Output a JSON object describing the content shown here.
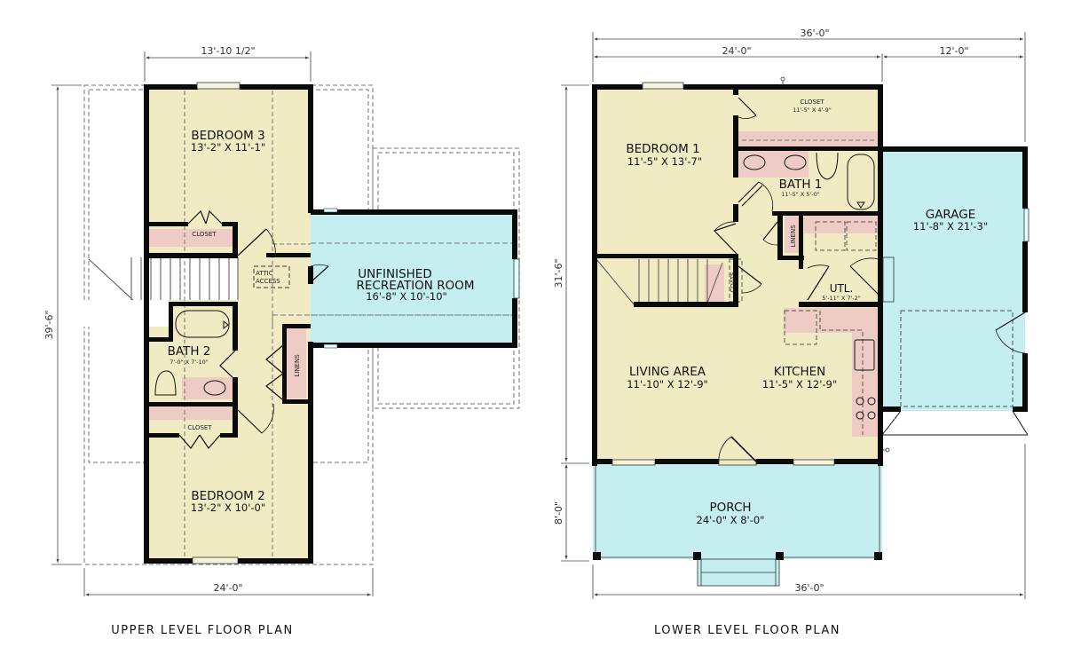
{
  "colors": {
    "finished": "#f1ebc3",
    "unfinished": "#c4eef0",
    "fixture": "#efcbc6",
    "wall": "#0a0a0a",
    "dim_line": "#444444"
  },
  "upper": {
    "title": "UPPER LEVEL FLOOR PLAN",
    "dim_top": "13'-10 1/2\"",
    "dim_bottom": "24'-0\"",
    "dim_left": "39'-6\"",
    "rooms": {
      "bedroom3": {
        "name": "BEDROOM 3",
        "size": "13'-2\" X 11'-1\""
      },
      "closet_top": {
        "name": "CLOSET"
      },
      "attic": {
        "line1": "ATTIC",
        "line2": "ACCESS"
      },
      "rec_room": {
        "line1": "UNFINISHED",
        "line2": "RECREATION ROOM",
        "size": "16'-8\" X 10'-10\""
      },
      "bath2": {
        "name": "BATH 2",
        "size": "7'-0\" X 7'-10\""
      },
      "linens": {
        "name": "LINENS"
      },
      "closet_bottom": {
        "name": "CLOSET"
      },
      "bedroom2": {
        "name": "BEDROOM 2",
        "size": "13'-2\" X 10'-0\""
      }
    }
  },
  "lower": {
    "title": "LOWER LEVEL FLOOR PLAN",
    "dim_top_total": "36'-0\"",
    "dim_top_left": "24'-0\"",
    "dim_top_right": "12'-0\"",
    "dim_bottom": "36'-0\"",
    "dim_left_main": "31'-6\"",
    "dim_left_porch": "8'-0\"",
    "rooms": {
      "bedroom1": {
        "name": "BEDROOM 1",
        "size": "11'-5\" X 13'-7\""
      },
      "closet": {
        "name": "CLOSET",
        "size": "11'-5\" X 4'-9\""
      },
      "bath1": {
        "name": "BATH 1",
        "size": "11'-5\" X 5'-0\""
      },
      "linens": {
        "name": "LINENS"
      },
      "coats": {
        "name": "COATS"
      },
      "utility": {
        "name": "UTL.",
        "size": "5'-11\" X 7'-2\""
      },
      "garage": {
        "name": "GARAGE",
        "size": "11'-8\" X 21'-3\""
      },
      "living": {
        "name": "LIVING AREA",
        "size": "11'-10\" X 12'-9\""
      },
      "kitchen": {
        "name": "KITCHEN",
        "size": "11'-5\" X 12'-9\""
      },
      "porch": {
        "name": "PORCH",
        "size": "24'-0\" X 8'-0\""
      }
    }
  }
}
